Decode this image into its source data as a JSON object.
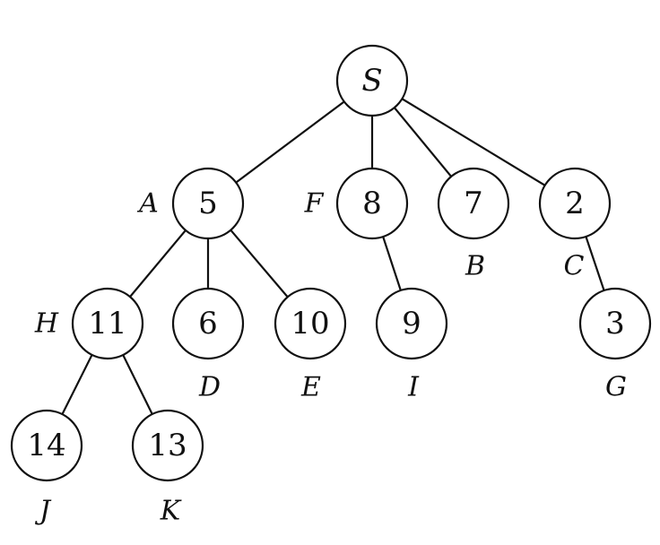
{
  "nodes": [
    {
      "id": "S",
      "value": "S",
      "label": ""
    },
    {
      "id": "A",
      "value": "5",
      "label": "A"
    },
    {
      "id": "F",
      "value": "8",
      "label": "F"
    },
    {
      "id": "B",
      "value": "7",
      "label": "B"
    },
    {
      "id": "C",
      "value": "2",
      "label": "C"
    },
    {
      "id": "H",
      "value": "11",
      "label": "H"
    },
    {
      "id": "D",
      "value": "6",
      "label": "D"
    },
    {
      "id": "E",
      "value": "10",
      "label": "E"
    },
    {
      "id": "I",
      "value": "9",
      "label": "I"
    },
    {
      "id": "G",
      "value": "3",
      "label": "G"
    },
    {
      "id": "J",
      "value": "14",
      "label": "J"
    },
    {
      "id": "K",
      "value": "13",
      "label": "K"
    }
  ],
  "edges": [
    [
      "S",
      "A"
    ],
    [
      "S",
      "F"
    ],
    [
      "S",
      "B"
    ],
    [
      "S",
      "C"
    ],
    [
      "A",
      "H"
    ],
    [
      "A",
      "D"
    ],
    [
      "A",
      "E"
    ],
    [
      "F",
      "I"
    ],
    [
      "C",
      "G"
    ],
    [
      "H",
      "J"
    ],
    [
      "H",
      "K"
    ]
  ]
}
